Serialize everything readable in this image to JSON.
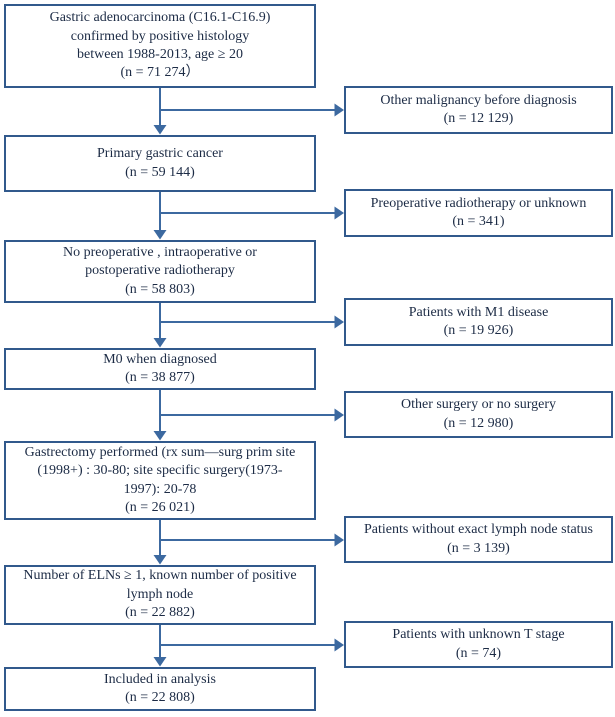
{
  "figure": {
    "kind": "patient-selection-flowchart",
    "colors": {
      "box-border": "#31598c",
      "connector": "#3c69a0",
      "text": "#1c2b45",
      "background": "#ffffff"
    }
  },
  "main_boxes": [
    {
      "text": "Gastric adenocarcinoma (C16.1-C16.9)\nconfirmed by positive histology\nbetween 1988-2013, age ≥ 20\n(n = 71 274）"
    },
    {
      "text": "Primary gastric cancer\n(n = 59 144)"
    },
    {
      "text": "No preoperative , intraoperative  or\npostoperative radiotherapy\n(n = 58 803)"
    },
    {
      "text": "M0 when diagnosed\n(n = 38 877)"
    },
    {
      "text": "Gastrectomy performed (rx sum—surg prim site\n(1998+) : 30-80; site specific surgery(1973-\n1997): 20-78\n(n = 26 021)"
    },
    {
      "text": "Number of ELNs ≥ 1, known number of positive\nlymph node\n(n = 22 882)"
    },
    {
      "text": "Included in analysis\n(n = 22 808)"
    }
  ],
  "side_boxes": [
    {
      "text": "Other malignancy before diagnosis\n(n = 12 129)"
    },
    {
      "text": "Preoperative radiotherapy or unknown\n(n = 341)"
    },
    {
      "text": "Patients with M1 disease\n(n = 19 926)"
    },
    {
      "text": "Other surgery or no surgery\n(n = 12 980)"
    },
    {
      "text": "Patients without exact lymph node status\n(n = 3 139)"
    },
    {
      "text": "Patients with unknown T stage\n(n = 74)"
    }
  ]
}
